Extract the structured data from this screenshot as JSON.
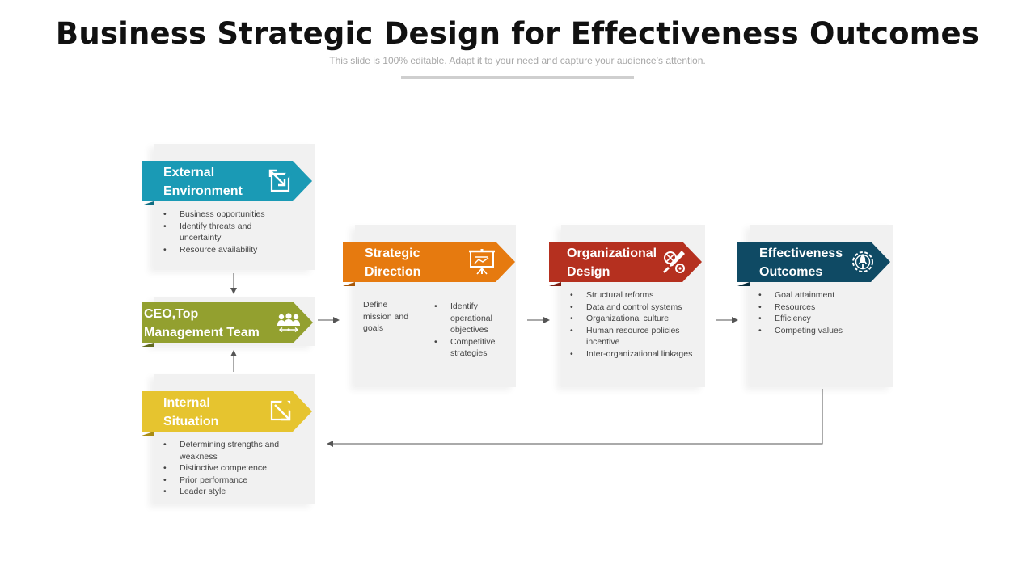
{
  "slide": {
    "title": "Business Strategic Design for Effectiveness Outcomes",
    "subtitle": "This slide is 100% editable. Adapt it to your need and capture your audience’s attention."
  },
  "colors": {
    "external": "#1a9ab5",
    "ceo": "#93a02f",
    "internal": "#e6c42f",
    "strategic": "#e67a0f",
    "organizational": "#b5301f",
    "effectiveness": "#0f4a64",
    "card_bg": "#f1f1f1",
    "connector": "#555555"
  },
  "nodes": {
    "external": {
      "label_line1": "External",
      "label_line2": "Environment",
      "icon": "diagonal-expand-arrow-icon",
      "bullets": [
        "Business opportunities",
        "Identify threats and uncertainty",
        "Resource availability"
      ]
    },
    "ceo": {
      "label_line1": "CEO,Top",
      "label_line2": "Management Team",
      "icon": "team-people-icon"
    },
    "internal": {
      "label_line1": "Internal",
      "label_line2": "Situation",
      "icon": "diagonal-down-arrow-icon",
      "bullets": [
        "Determining strengths and weakness",
        "Distinctive competence",
        "Prior performance",
        "Leader style"
      ]
    },
    "strategic": {
      "label_line1": "Strategic",
      "label_line2": "Direction",
      "icon": "presentation-board-icon",
      "left_text": "Define mission and goals",
      "bullets": [
        "Identify operational objectives",
        "Competitive strategies"
      ]
    },
    "organizational": {
      "label_line1": "Organizational",
      "label_line2": "Design",
      "icon": "design-tools-icon",
      "bullets": [
        "Structural reforms",
        "Data and control systems",
        "Organizational culture",
        "Human resource policies incentive",
        "Inter-organizational linkages"
      ]
    },
    "effectiveness": {
      "label_line1": "Effectiveness",
      "label_line2": "Outcomes",
      "icon": "rocket-gear-icon",
      "bullets": [
        "Goal attainment",
        "Resources",
        "Efficiency",
        "Competing values"
      ]
    }
  }
}
